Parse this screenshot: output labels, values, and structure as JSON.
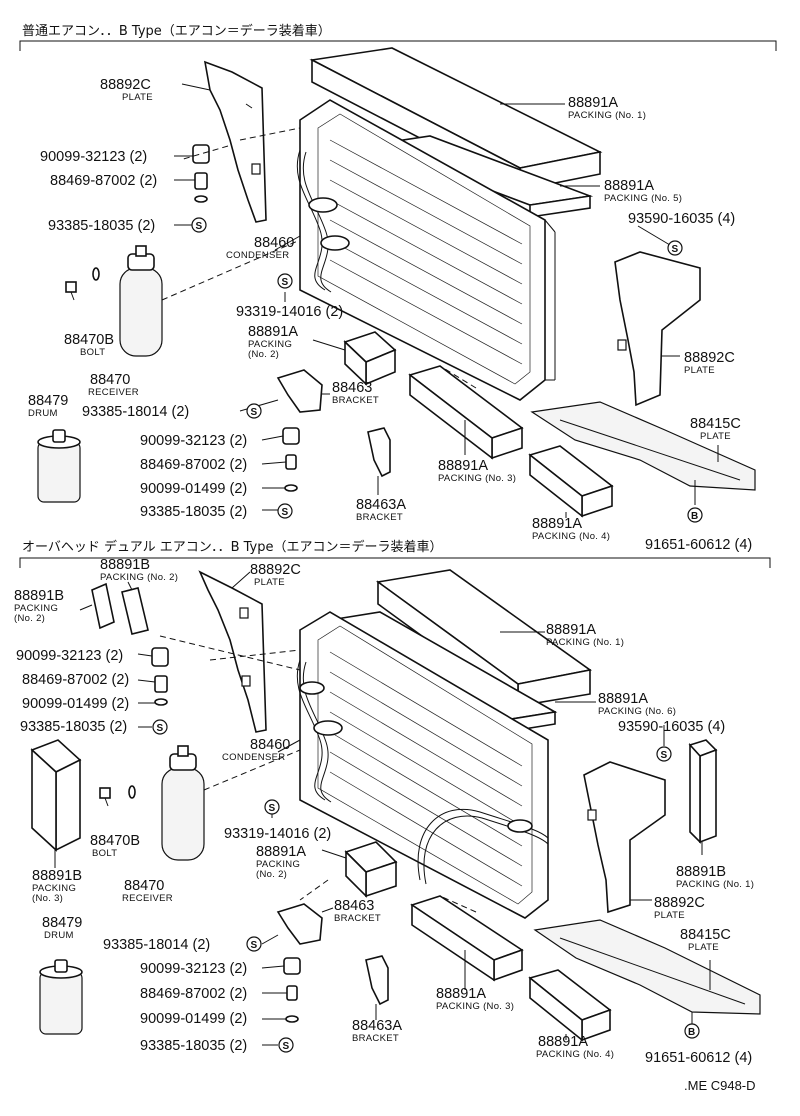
{
  "sections": [
    {
      "header": "普通エアコン．．B Type（エアコン＝デーラ装着車）",
      "labels": {
        "plate_left": {
          "pn": "88892C",
          "name": "PLATE"
        },
        "packing_no1": {
          "pn": "88891A",
          "name": "PACKING (No. 1)"
        },
        "packing_no5": {
          "pn": "88891A",
          "name": "PACKING (No. 5)"
        },
        "bolt_93590": {
          "pn": "93590-16035 (4)"
        },
        "plug_90099": {
          "pn": "90099-32123 (2)"
        },
        "ring_88469": {
          "pn": "88469-87002 (2)"
        },
        "screw_93385": {
          "pn": "93385-18035 (2)"
        },
        "condenser": {
          "pn": "88460",
          "name": "CONDENSER"
        },
        "screw_93319": {
          "pn": "93319-14016 (2)"
        },
        "bolt_88470b": {
          "pn": "88470B",
          "name": "BOLT"
        },
        "packing_no2": {
          "pn": "88891A",
          "name": "PACKING",
          "sub": "(No. 2)"
        },
        "plate_right": {
          "pn": "88892C",
          "name": "PLATE"
        },
        "receiver": {
          "pn": "88470",
          "name": "RECEIVER"
        },
        "bracket_88463": {
          "pn": "88463",
          "name": "BRACKET"
        },
        "drum": {
          "pn": "88479",
          "name": "DRUM"
        },
        "screw_93385_b": {
          "pn": "93385-18014 (2)"
        },
        "plate_88415c": {
          "pn": "88415C",
          "name": "PLATE"
        },
        "plug_90099_b": {
          "pn": "90099-32123 (2)"
        },
        "ring_88469_b": {
          "pn": "88469-87002 (2)"
        },
        "packing_no3": {
          "pn": "88891A",
          "name": "PACKING (No. 3)"
        },
        "oring_90099": {
          "pn": "90099-01499 (2)"
        },
        "screw_93385_c": {
          "pn": "93385-18035 (2)"
        },
        "bracket_88463a": {
          "pn": "88463A",
          "name": "BRACKET"
        },
        "packing_no4": {
          "pn": "88891A",
          "name": "PACKING (No. 4)"
        },
        "bolt_91651": {
          "pn": "91651-60612 (4)"
        }
      }
    },
    {
      "header": "オーバヘッド デュアル エアコン．．B Type（エアコン＝デーラ装着車）",
      "labels": {
        "packing_b_top": {
          "pn": "88891B",
          "name": "PACKING (No. 2)"
        },
        "plate_left": {
          "pn": "88892C",
          "name": "PLATE"
        },
        "packing_b_left": {
          "pn": "88891B",
          "name": "PACKING",
          "sub": "(No. 2)"
        },
        "packing_no1": {
          "pn": "88891A",
          "name": "PACKING (No. 1)"
        },
        "plug_90099": {
          "pn": "90099-32123 (2)"
        },
        "ring_88469": {
          "pn": "88469-87002 (2)"
        },
        "oring_90099": {
          "pn": "90099-01499 (2)"
        },
        "packing_no6": {
          "pn": "88891A",
          "name": "PACKING (No. 6)"
        },
        "screw_93385": {
          "pn": "93385-18035 (2)"
        },
        "bolt_93590": {
          "pn": "93590-16035 (4)"
        },
        "condenser": {
          "pn": "88460",
          "name": "CONDENSER"
        },
        "bolt_88470b": {
          "pn": "88470B",
          "name": "BOLT"
        },
        "screw_93319": {
          "pn": "93319-14016 (2)"
        },
        "packing_b_no1": {
          "pn": "88891B",
          "name": "PACKING (No. 1)"
        },
        "packing_no2": {
          "pn": "88891A",
          "name": "PACKING",
          "sub": "(No. 2)"
        },
        "packing_b_no3": {
          "pn": "88891B",
          "name": "PACKING",
          "sub": "(No. 3)"
        },
        "receiver": {
          "pn": "88470",
          "name": "RECEIVER"
        },
        "plate_right": {
          "pn": "88892C",
          "name": "PLATE"
        },
        "bracket_88463": {
          "pn": "88463",
          "name": "BRACKET"
        },
        "drum": {
          "pn": "88479",
          "name": "DRUM"
        },
        "plate_88415c": {
          "pn": "88415C",
          "name": "PLATE"
        },
        "screw_93385_b": {
          "pn": "93385-18014 (2)"
        },
        "plug_90099_b": {
          "pn": "90099-32123 (2)"
        },
        "ring_88469_b": {
          "pn": "88469-87002 (2)"
        },
        "packing_no3": {
          "pn": "88891A",
          "name": "PACKING (No. 3)"
        },
        "oring_90099_b": {
          "pn": "90099-01499 (2)"
        },
        "screw_93385_c": {
          "pn": "93385-18035 (2)"
        },
        "bracket_88463a": {
          "pn": "88463A",
          "name": "BRACKET"
        },
        "packing_no4": {
          "pn": "88891A",
          "name": "PACKING (No. 4)"
        },
        "bolt_91651": {
          "pn": "91651-60612 (4)"
        }
      }
    }
  ],
  "symbols": {
    "s": "S",
    "b": "B"
  },
  "figure_ref": ".ME C948-D"
}
